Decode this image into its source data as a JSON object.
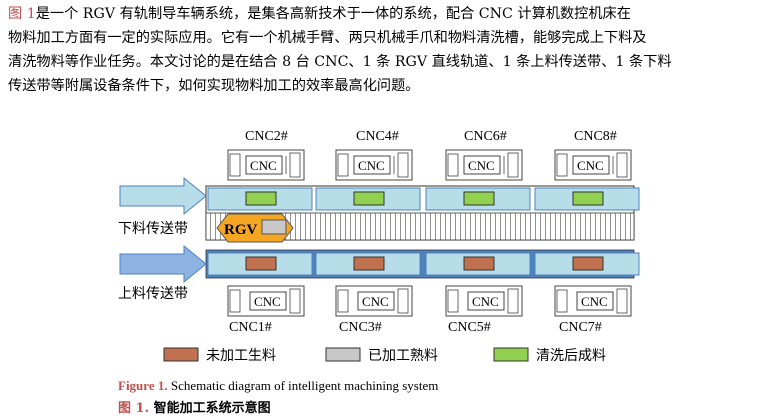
{
  "paragraph": {
    "ref": "图 1",
    "line1": "是一个 RGV 有轨制导车辆系统，是集各高新技术于一体的系统，配合 CNC 计算机数控机床在",
    "line2": "物料加工方面有一定的实际应用。它有一个机械手臂、两只机械手爪和物料清洗槽，能够完成上下料及",
    "line3": "清洗物料等作业任务。本文讨论的是在结合 8 台 CNC、1 条 RGV 直线轨道、1 条上料传送带、1 条下料",
    "line4": "传送带等附属设备条件下，如何实现物料加工的效率最高化问题。"
  },
  "figure": {
    "top_cnc_labels": [
      "CNC2#",
      "CNC4#",
      "CNC6#",
      "CNC8#"
    ],
    "bottom_cnc_labels": [
      "CNC1#",
      "CNC3#",
      "CNC5#",
      "CNC7#"
    ],
    "machine_text": "CNC",
    "rgv_text": "RGV",
    "unload_belt_label": "下料传送带",
    "load_belt_label": "上料传送带",
    "legend": [
      {
        "label": "未加工生料",
        "color": "#c0714f"
      },
      {
        "label": "已加工熟料",
        "color": "#c8c8c8"
      },
      {
        "label": "清洗后成料",
        "color": "#92d050"
      }
    ],
    "colors": {
      "belt_blue": "#b7dde8",
      "frame_blue": "#4f81bd",
      "rgv_orange": "#f5a623",
      "arrow_blue": "#8db3e2"
    }
  },
  "caption": {
    "en_label": "Figure 1.",
    "en_text": "Schematic diagram of intelligent machining system",
    "zh_label": "图 1.",
    "zh_text": "智能加工系统示意图"
  }
}
